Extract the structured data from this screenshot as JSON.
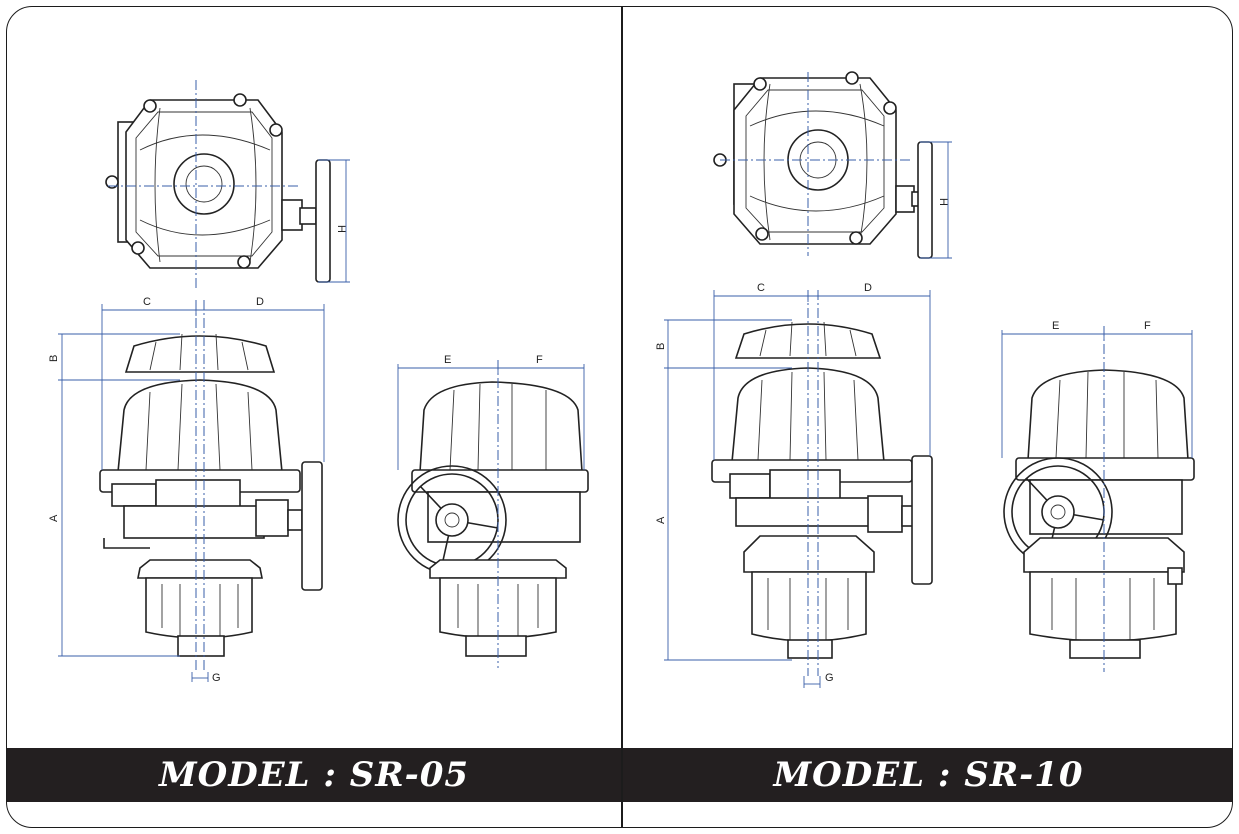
{
  "models": [
    {
      "banner": "MODEL : SR-05"
    },
    {
      "banner": "MODEL : SR-10"
    }
  ],
  "dimension_labels": {
    "A": "A",
    "B": "B",
    "C": "C",
    "D": "D",
    "E": "E",
    "F": "F",
    "G": "G",
    "H": "H"
  },
  "colors": {
    "frame": "#1c1c1c",
    "banner_bg": "#231f20",
    "banner_text": "#ffffff",
    "dimension_line": "#3a5fa8"
  }
}
